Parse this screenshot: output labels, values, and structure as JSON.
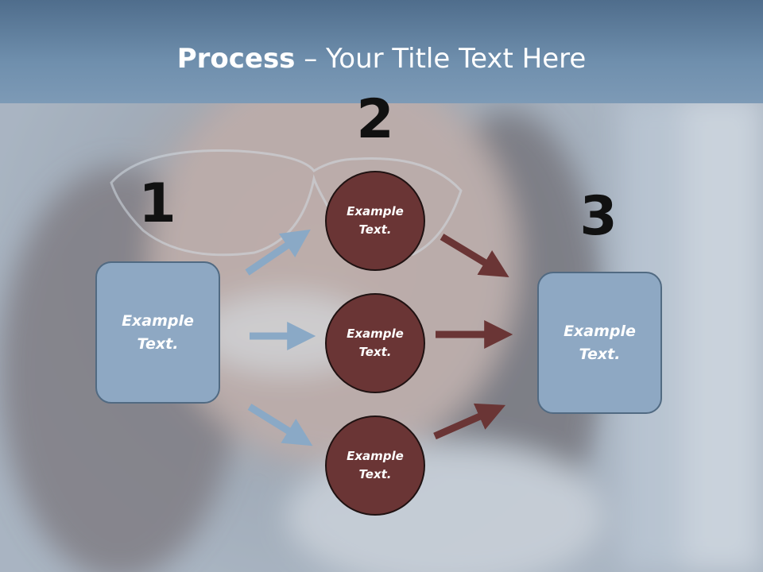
{
  "title": {
    "bold": "Process",
    "rest": " – Your Title Text Here"
  },
  "steps": [
    {
      "number": "1",
      "text": "Example\nText."
    },
    {
      "number": "2",
      "circles": [
        "Example\nText.",
        "Example\nText.",
        "Example\nText."
      ]
    },
    {
      "number": "3",
      "text": "Example\nText."
    }
  ],
  "colors": {
    "box_fill": "#8ea8c3",
    "circle_fill": "#6a3535",
    "title_band": "#6f8fad"
  }
}
